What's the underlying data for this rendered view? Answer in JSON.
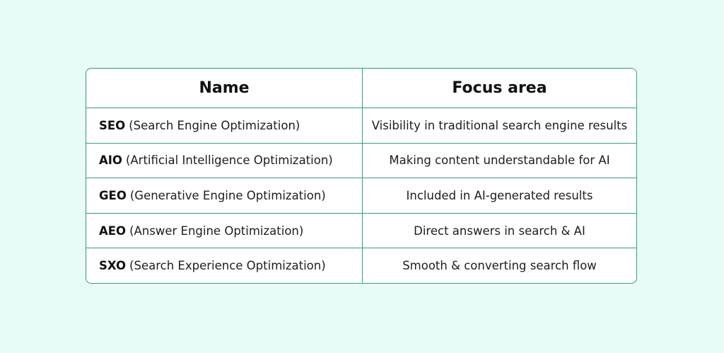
{
  "table": {
    "headers": {
      "name": "Name",
      "focus": "Focus area"
    },
    "rows": [
      {
        "abbr": "SEO",
        "full": "(Search Engine Optimization)",
        "focus": "Visibility in traditional search engine results"
      },
      {
        "abbr": "AIO",
        "full": "(Artificial Intelligence Optimization)",
        "focus": "Making content understandable for AI"
      },
      {
        "abbr": "GEO",
        "full": "(Generative Engine Optimization)",
        "focus": "Included in AI-generated results"
      },
      {
        "abbr": "AEO",
        "full": "(Answer Engine Optimization)",
        "focus": "Direct answers in search & AI"
      },
      {
        "abbr": "SXO",
        "full": "(Search Experience Optimization)",
        "focus": "Smooth & converting search flow"
      }
    ]
  },
  "colors": {
    "background": "#e8fbf6",
    "border": "#2aa27f",
    "text": "#1d1d1d"
  }
}
